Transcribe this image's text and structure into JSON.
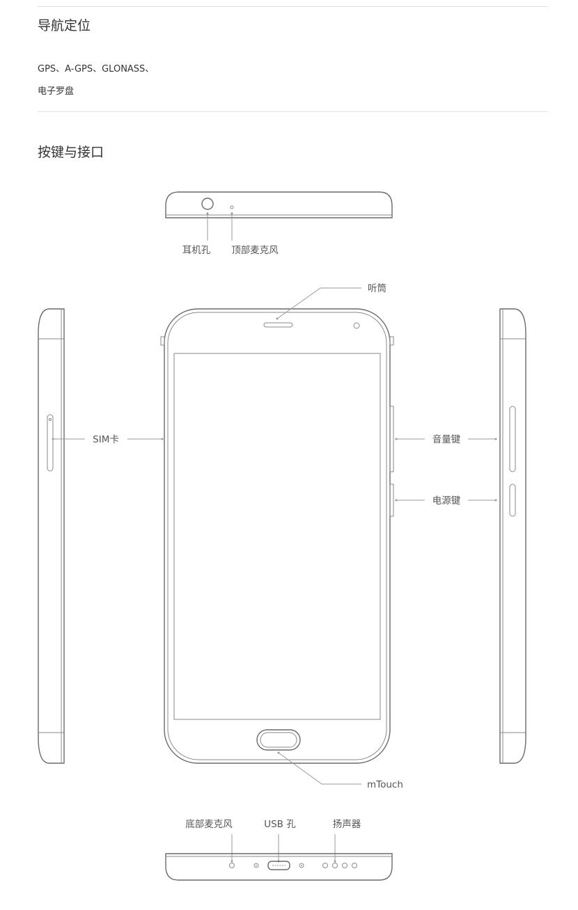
{
  "navigation": {
    "title": "导航定位",
    "lines": [
      "GPS、A-GPS、GLONASS、",
      "电子罗盘"
    ]
  },
  "buttons_ports": {
    "title": "按键与接口",
    "labels": {
      "headphone_jack": "耳机孔",
      "top_mic": "顶部麦克风",
      "earpiece": "听筒",
      "sim": "SIM卡",
      "volume": "音量键",
      "power": "电源键",
      "mtouch": "mTouch",
      "bottom_mic": "底部麦克风",
      "usb": "USB 孔",
      "speaker": "扬声器"
    }
  }
}
